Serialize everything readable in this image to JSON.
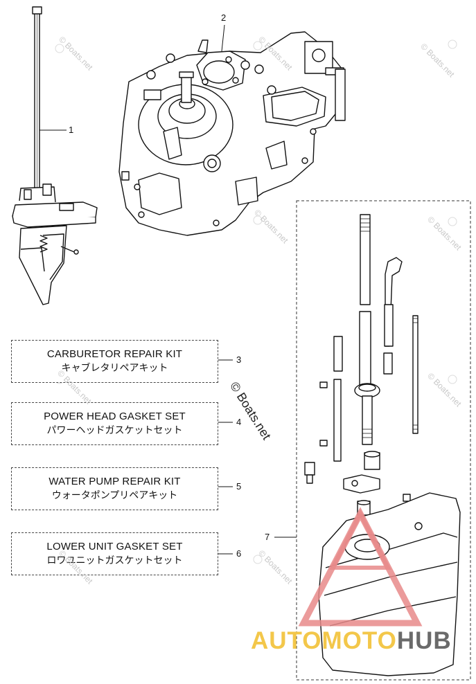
{
  "callouts": [
    "1",
    "2",
    "3",
    "4",
    "5",
    "6",
    "7"
  ],
  "kits": [
    {
      "en": "CARBURETOR REPAIR KIT",
      "jp": "キャブレタリペアキット",
      "ref": "3"
    },
    {
      "en": "POWER HEAD GASKET SET",
      "jp": "パワーヘッドガスケットセット",
      "ref": "4"
    },
    {
      "en": "WATER PUMP REPAIR KIT",
      "jp": "ウォータポンプリペアキット",
      "ref": "5"
    },
    {
      "en": "LOWER UNIT GASKET SET",
      "jp": "ロワユニットガスケットセット",
      "ref": "6"
    }
  ],
  "watermark": "© Boats.net",
  "brand": {
    "part1": "AUTOMOTO",
    "part2": "HUB",
    "color1": "#f3c74a",
    "color2": "#6a6a6a",
    "triangle_color": "#e88a8a"
  }
}
